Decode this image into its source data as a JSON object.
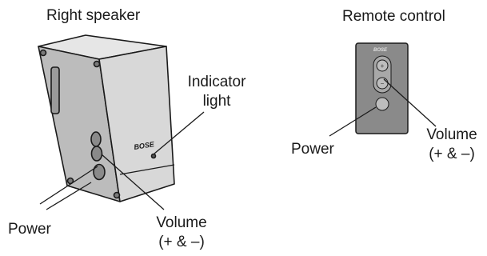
{
  "speaker": {
    "title": "Right speaker",
    "indicator_line1": "Indicator",
    "indicator_line2": "light",
    "power": "Power",
    "volume_line1": "Volume",
    "volume_line2": "(+ & –)",
    "brand": "BOSE"
  },
  "remote": {
    "title": "Remote control",
    "power": "Power",
    "volume_line1": "Volume",
    "volume_line2": "(+ & –)",
    "brand": "BOSE"
  }
}
